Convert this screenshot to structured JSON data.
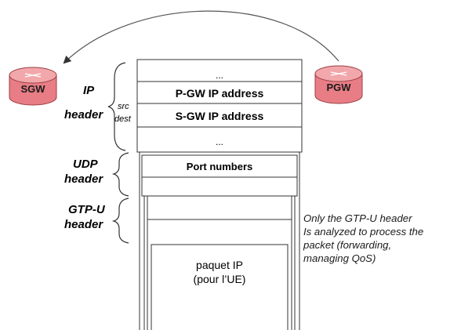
{
  "nodes": {
    "sgw": "SGW",
    "pgw": "PGW"
  },
  "headers": {
    "ip_line1": "IP",
    "ip_line2": "header",
    "src": "src",
    "dest": "dest",
    "udp_line1": "UDP",
    "udp_line2": "header",
    "gtpu_line1": "GTP-U",
    "gtpu_line2": "header"
  },
  "packet": {
    "ellipsis_top": "...",
    "pgw_ip": "P-GW IP address",
    "sgw_ip": "S-GW IP address",
    "ellipsis_bottom": "...",
    "port_numbers": "Port numbers",
    "payload_line1": "paquet IP",
    "payload_line2": "(pour l’UE)"
  },
  "note": {
    "line1": "Only the GTP-U header",
    "line2": "Is analyzed to process the",
    "line3": "packet (forwarding,",
    "line4": "managing QoS)"
  },
  "colors": {
    "router_fill": "#e87d85",
    "router_top": "#f2a7ab",
    "router_stroke": "#9a3f45",
    "line": "#333333"
  }
}
